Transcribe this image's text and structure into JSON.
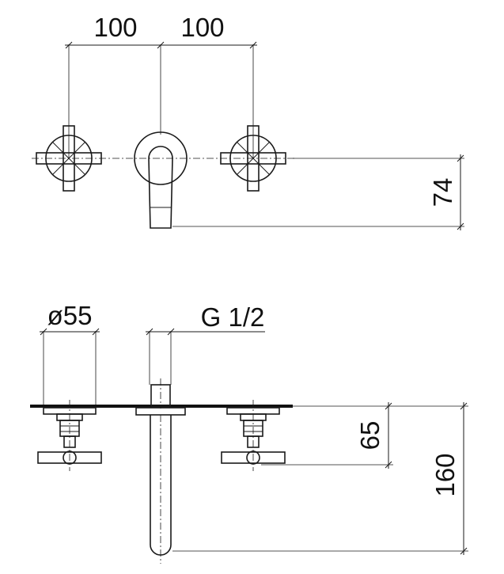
{
  "dimensions": {
    "spacing_left": "100",
    "spacing_right": "100",
    "projection_top": "74",
    "rosette_diameter": "ø55",
    "thread": "G 1/2",
    "handle_depth": "65",
    "spout_depth": "160"
  },
  "colors": {
    "line": "#1a1a1a",
    "background": "#ffffff"
  }
}
